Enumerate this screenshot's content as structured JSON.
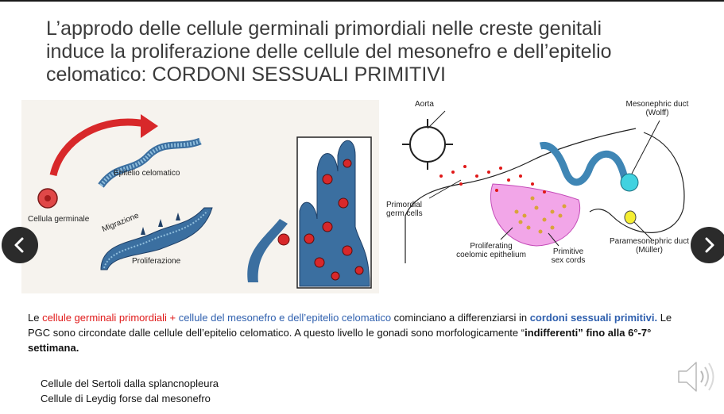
{
  "slide": {
    "title_lines": [
      "L’approdo delle cellule germinali primordiali nelle creste genitali",
      "induce la proliferazione delle cellule del mesonefro e dell’epitelio",
      "celomatico: CORDONI SESSUALI PRIMITIVI"
    ]
  },
  "figure_left": {
    "labels": {
      "migrazione": "Migrazione",
      "epitelio": "Epitelio celomatico",
      "cellula": "Cellula germinale",
      "proliferazione": "Proliferazione"
    }
  },
  "figure_right": {
    "labels": {
      "aorta": "Aorta",
      "mesonephric_1": "Mesonephric duct",
      "mesonephric_2": "(Wolff)",
      "primordial_1": "Primordial",
      "primordial_2": "germ cells",
      "proliferating_1": "Proliferating",
      "proliferating_2": "coelomic epithelium",
      "primitive_1": "Primitive",
      "primitive_2": "sex cords",
      "paramesonephric_1": "Paramesonephric duct",
      "paramesonephric_2": "(Müller)"
    }
  },
  "paragraph": {
    "p1": "Le ",
    "p2": "cellule germinali primordiali + ",
    "p3": "cellule del mesonefro e dell’epitelio celomatico",
    "p4": " cominciano a differenziarsi in ",
    "p5": "cordoni sessuali primitivi.",
    "p6": " Le PGC sono circondate dalle cellule dell’epitelio celomatico. A questo livello le gonadi sono morfologicamente “",
    "p7": "indifferenti” fino alla 6°-7° settimana."
  },
  "notes": {
    "line1": "Cellule del Sertoli dalla splancnopleura",
    "line2": "Cellule di Leydig forse dal mesonefro"
  },
  "nav": {
    "prev_icon": "chevron-left-icon",
    "next_icon": "chevron-right-icon"
  },
  "audio_icon": "speaker-icon",
  "colors": {
    "pgc_red": "#e01818",
    "mesonefro_blue": "#2e5fae",
    "nav_bg": "#2b2b2b",
    "title_gray": "#3b3b3b"
  }
}
